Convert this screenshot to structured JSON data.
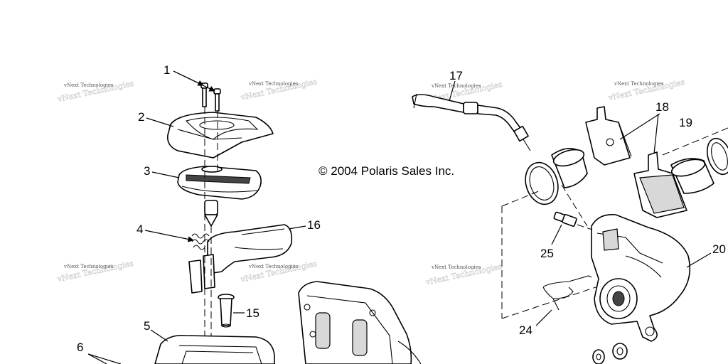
{
  "copyright": "© 2004 Polaris Sales Inc.",
  "watermark": "vNext Technologies",
  "callouts": [
    "1",
    "2",
    "3",
    "4",
    "5",
    "6",
    "15",
    "16",
    "17",
    "18",
    "19",
    "20",
    "24",
    "25"
  ]
}
